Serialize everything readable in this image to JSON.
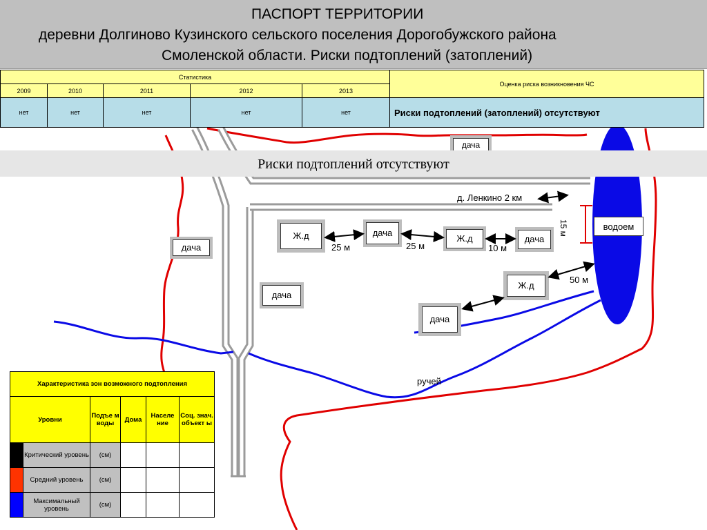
{
  "header": {
    "line1": "ПАСПОРТ ТЕРРИТОРИИ",
    "line2": "деревни Долгиново Кузинского сельского поселения  Дорогобужского района",
    "line3": "Смоленской области. Риски подтоплений (затоплений)"
  },
  "stats_table": {
    "stat_header": "Статистика",
    "assessment_header": "Оценка риска возникновения ЧС",
    "years": [
      "2009",
      "2010",
      "2011",
      "2012",
      "2013"
    ],
    "values": [
      "нет",
      "нет",
      "нет",
      "нет",
      "нет"
    ],
    "assessment": "Риски подтоплений (затоплений) отсутствуют"
  },
  "banner": "Риски подтоплений отсутствуют",
  "map": {
    "buildings": {
      "top_dacha": "дача",
      "left_dacha": "дача",
      "house1": "Ж.д",
      "dacha1": "дача",
      "house2": "Ж.д",
      "dacha2": "дача",
      "mid_dacha": "дача",
      "house3": "Ж.д",
      "bottom_dacha": "дача"
    },
    "distances": {
      "d25a": "25 м",
      "d25b": "25 м",
      "d10": "10 м",
      "d50": "50 м",
      "d15": "15 м"
    },
    "road_label": "д. Ленкино 2 км",
    "pond_label": "водоем",
    "stream_label": "ручей",
    "colors": {
      "boundary": "#e00000",
      "water": "#0a0ae6",
      "road": "#9b9b9b"
    }
  },
  "legend": {
    "title": "Характеристика зон возможного подтопления",
    "col_levels": "Уровни",
    "col_water": "Подъе м воды",
    "col_houses": "Дома",
    "col_population": "Населе ние",
    "col_objects": "Соц. знач. объект ы",
    "rows": [
      {
        "label": "Критический уровень",
        "unit": "(см)",
        "color": "#000000"
      },
      {
        "label": "Средний уровень",
        "unit": "(см)",
        "color": "#ff3300"
      },
      {
        "label": "Максимальный уровень",
        "unit": "(см)",
        "color": "#0000ff"
      }
    ]
  }
}
